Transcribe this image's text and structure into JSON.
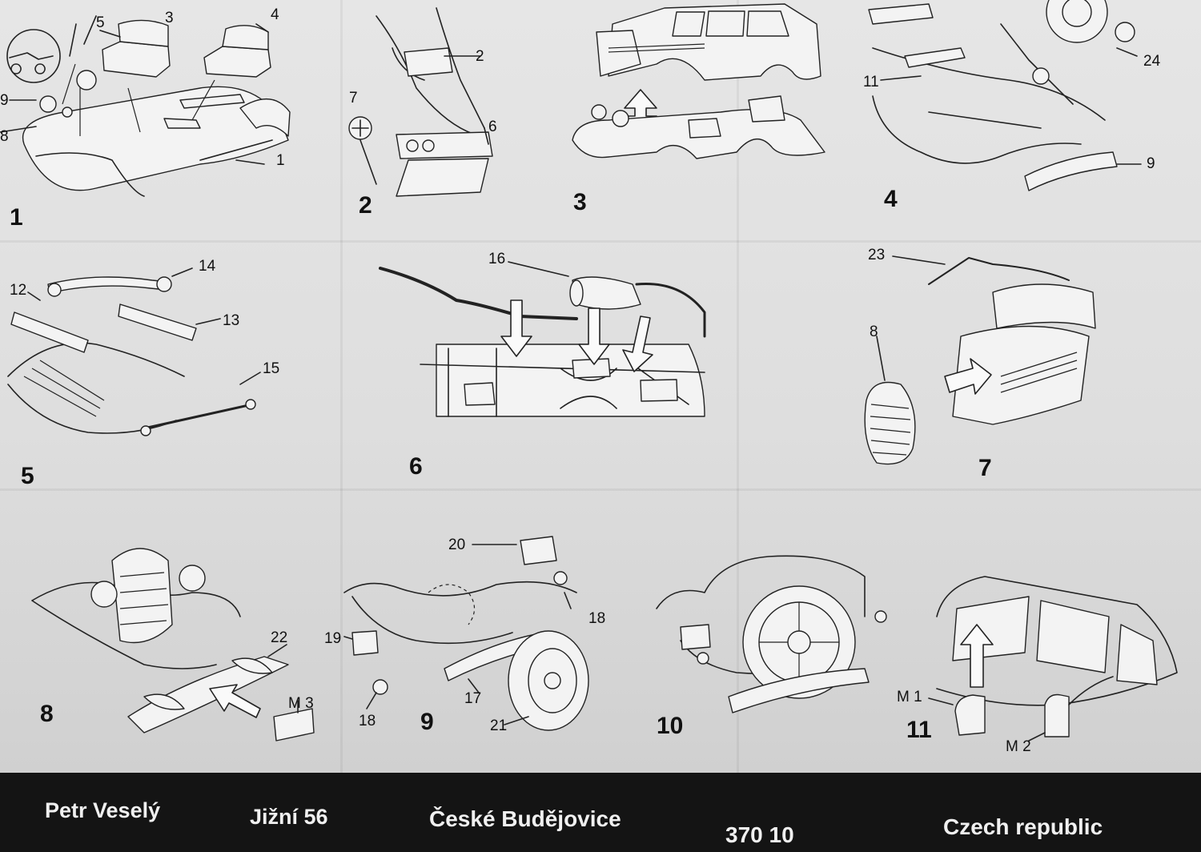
{
  "steps": [
    "1",
    "2",
    "3",
    "4",
    "5",
    "6",
    "7",
    "8",
    "9",
    "10",
    "11"
  ],
  "parts": {
    "p1": "1",
    "p2": "2",
    "p3": "3",
    "p4": "4",
    "p5": "5",
    "p6": "6",
    "p7": "7",
    "p8_left": "8",
    "p9_left": "9",
    "p11": "11",
    "p24": "24",
    "p9_right": "9",
    "p12": "12",
    "p13": "13",
    "p14": "14",
    "p15": "15",
    "p16": "16",
    "p23": "23",
    "p8_right": "8",
    "p22": "22",
    "pM3": "M 3",
    "p20": "20",
    "p18a": "18",
    "p19": "19",
    "p18b": "18",
    "p17": "17",
    "p21": "21",
    "pM1": "M 1",
    "pM2": "M 2"
  },
  "footer": {
    "name": "Petr Veselý",
    "street": "Jižní 56",
    "city": "České Budějovice",
    "zip": "370 10",
    "country": "Czech republic"
  },
  "colors": {
    "paper": "#e2e2e2",
    "ink": "#222222",
    "footer": "#141414"
  }
}
